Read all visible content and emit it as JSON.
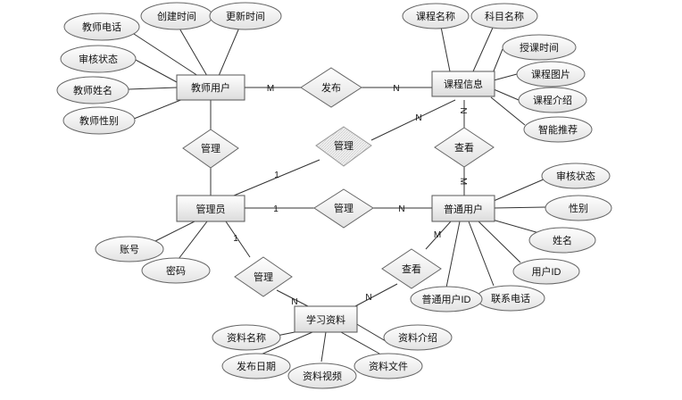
{
  "entities": {
    "teacher": "教师用户",
    "course": "课程信息",
    "admin": "管理员",
    "user": "普通用户",
    "material": "学习资料"
  },
  "relationships": {
    "publish": "发布",
    "manage_teacher": "管理",
    "manage_course": "管理",
    "view_course": "查看",
    "manage_user": "管理",
    "manage_material": "管理",
    "view_material": "查看"
  },
  "teacher_attributes": [
    "创建时间",
    "更新时间",
    "教师电话",
    "审核状态",
    "教师姓名",
    "教师性别"
  ],
  "course_attributes": [
    "课程名称",
    "科目名称",
    "授课时间",
    "课程图片",
    "课程介绍",
    "智能推荐"
  ],
  "admin_attributes": [
    "账号",
    "密码"
  ],
  "user_attributes": [
    "审核状态",
    "性别",
    "姓名",
    "用户ID",
    "联系电话",
    "普通用户ID"
  ],
  "material_attributes": [
    "资料名称",
    "发布日期",
    "资料视频",
    "资料文件",
    "资料介绍"
  ],
  "cardinalities": {
    "teacher_publish": "M",
    "publish_course": "N",
    "admin_course": "1",
    "course_manage": "N",
    "course_view": "N",
    "user_view": "M",
    "admin_user": "1",
    "manage_user": "N",
    "admin_material": "1",
    "material_manage": "N",
    "user_material": "M",
    "material_view": "N"
  }
}
